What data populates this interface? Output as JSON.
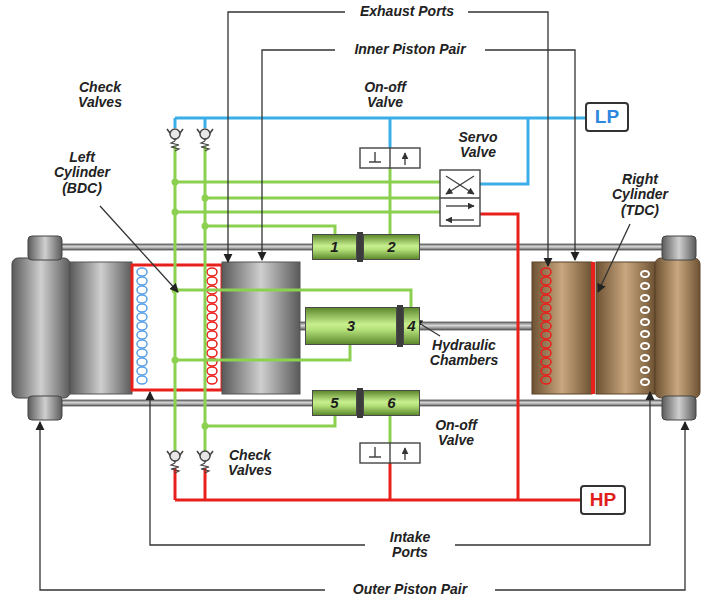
{
  "diagram": {
    "nodes": [
      {
        "text": [
          "LP"
        ]
      },
      {
        "text": [
          "1"
        ]
      },
      {
        "text": [
          "2"
        ]
      },
      {
        "text": [
          "3"
        ]
      },
      {
        "text": [
          "4"
        ]
      },
      {
        "text": [
          "5"
        ]
      },
      {
        "text": [
          "6"
        ]
      },
      {
        "text": [
          "HP"
        ]
      }
    ],
    "labels": [
      "Exhaust Ports",
      "Inner Piston Pair",
      "Check Valves",
      "On-off Valve",
      "Servo Valve",
      "Left Cylinder (BDC)",
      "Right Cylinder (TDC)",
      "Hydraulic Chambers",
      "On-off Valve",
      "Check Valves",
      "Intake Ports",
      "Outer Piston Pair"
    ]
  }
}
